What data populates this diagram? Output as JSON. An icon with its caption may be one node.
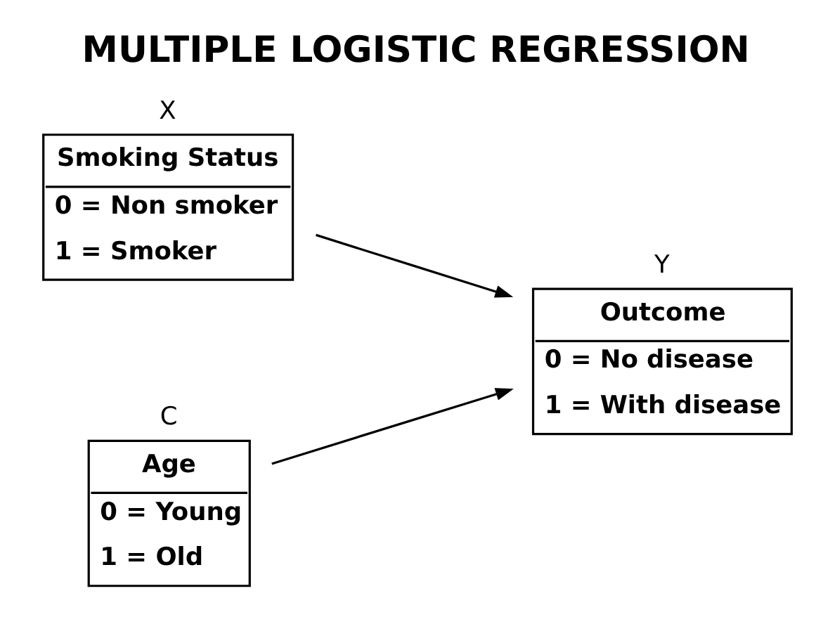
{
  "diagram": {
    "title": "MULTIPLE LOGISTIC REGRESSION",
    "nodes": [
      {
        "text": [
          "Smoking Status",
          "0 = Non smoker",
          "1 = Smoker"
        ],
        "beside": [
          "X"
        ]
      },
      {
        "text": [
          "Outcome",
          "0 = No disease",
          "1 = With disease"
        ],
        "beside": [
          "Y"
        ]
      },
      {
        "text": [
          "Age",
          "0 = Young",
          "1 = Old"
        ],
        "beside": [
          "C"
        ]
      }
    ],
    "edges": [
      {
        "from": 0,
        "to": 1,
        "arrow": "to"
      },
      {
        "from": 2,
        "to": 1,
        "arrow": "to"
      }
    ]
  }
}
